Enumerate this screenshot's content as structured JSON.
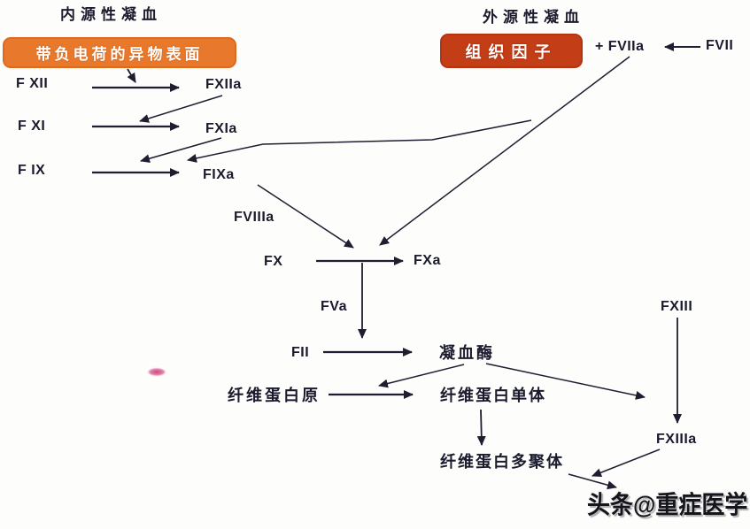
{
  "headings": {
    "intrinsic": "内源性凝血",
    "extrinsic": "外源性凝血"
  },
  "boxes": {
    "foreign_surface": "带负电荷的异物表面",
    "tissue_factor": "组织因子"
  },
  "factors": {
    "fxii": "F XII",
    "fxiia": "FXIIa",
    "fxi": "F XI",
    "fxia": "FXIa",
    "fix": "F IX",
    "fixa": "FIXa",
    "fviiia": "FVIIIa",
    "fviia_plus": "+ FVIIa",
    "fvii": "FVII",
    "fx": "FX",
    "fxa": "FXa",
    "fva": "FVa",
    "fii": "FII",
    "fxiii": "FXIII",
    "fxiiia": "FXIIIa"
  },
  "nodes": {
    "thrombin": "凝血酶",
    "fibrinogen": "纤维蛋白原",
    "fibrin_monomer": "纤维蛋白单体",
    "fibrin_polymer": "纤维蛋白多聚体"
  },
  "watermark": "头条@重症医学",
  "colors": {
    "foreign_surface_box": "#e8792c",
    "tissue_factor_box": "#c33d16",
    "line": "#1e1e30",
    "text": "#1b1b2e",
    "pink_mark": "#d5437e"
  }
}
